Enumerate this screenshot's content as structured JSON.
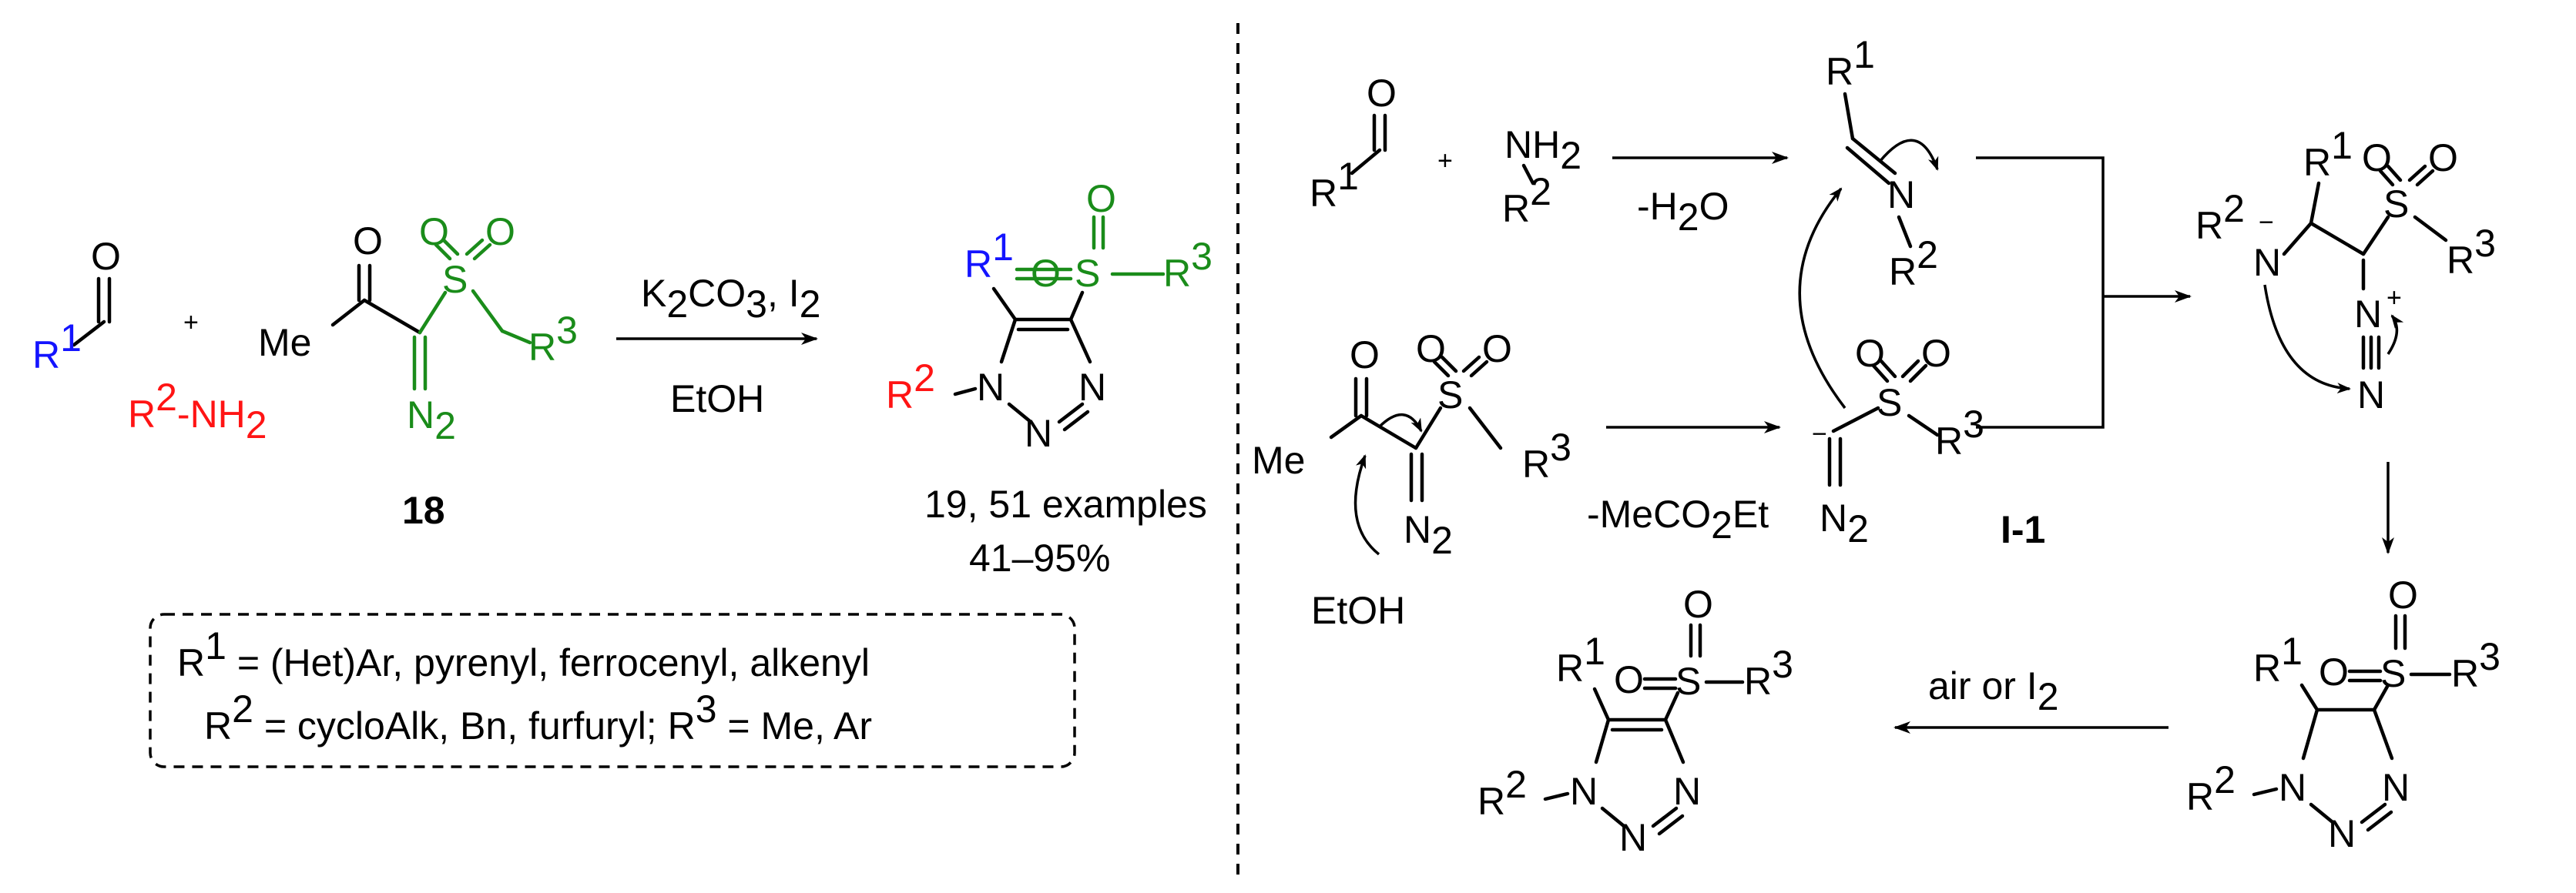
{
  "colors": {
    "r1": "#1414ff",
    "r2": "#ff1414",
    "sulfonyl": "#1a8c1a",
    "text": "#000000"
  },
  "left": {
    "aldehyde": {
      "o": "O",
      "r": "R",
      "sup": "1"
    },
    "plus": "+",
    "amine": {
      "r": "R",
      "sup": "2",
      "rest": "-NH",
      "sub": "2"
    },
    "compound18": {
      "o": "O",
      "me": "Me",
      "s": "S",
      "o1": "O",
      "o2": "O",
      "r": "R",
      "sup": "3",
      "n": "N",
      "sub": "2",
      "label": "18"
    },
    "reagents": {
      "top_k": "K",
      "top_k_sub": "2",
      "top_co": "CO",
      "top_co_sub": "3",
      "top_i": ", I",
      "top_i_sub": "2",
      "bottom": "EtOH"
    },
    "product19": {
      "r1": "R",
      "r1_sup": "1",
      "s": "S",
      "o": "O",
      "r3": "R",
      "r3_sup": "3",
      "r2": "R",
      "r2_sup": "2",
      "n1": "N",
      "n2": "N",
      "n3": "N",
      "label_bold": "19",
      "label_rest": ", 51 examples",
      "yield_bold": "41–95",
      "yield_rest": "%"
    },
    "conditions_box": {
      "line1": {
        "r": "R",
        "sup": "1",
        "text": " = (Het)Ar, pyrenyl, ferrocenyl, alkenyl"
      },
      "line2": {
        "r": "R",
        "sup": "2",
        "mid": " = cycloAlk, Bn, furfuryl; R",
        "sup2": "3",
        "end": " = Me, Ar"
      }
    }
  },
  "right": {
    "aldehyde": {
      "o": "O",
      "r": "R",
      "sup": "1"
    },
    "plus": "+",
    "amine": {
      "nh": "NH",
      "sub": "2",
      "r": "R",
      "sup": "2"
    },
    "step1": {
      "minus": "-H",
      "sub": "2",
      "o": "O"
    },
    "imine": {
      "r1": "R",
      "sup1": "1",
      "n": "N",
      "r2": "R",
      "sup2": "2"
    },
    "diazo": {
      "o": "O",
      "me": "Me",
      "s": "S",
      "o1": "O",
      "o2": "O",
      "r": "R",
      "sup": "3",
      "n": "N",
      "sub": "2",
      "etoh": "EtOH"
    },
    "step2": {
      "text": "-MeCO",
      "sub": "2",
      "end": "Et"
    },
    "anion": {
      "minus": "−",
      "s": "S",
      "o1": "O",
      "o2": "O",
      "r": "R",
      "sup": "3",
      "n": "N",
      "sub": "2",
      "label": "I-1"
    },
    "adduct": {
      "r2": "R",
      "sup2": "2",
      "minus": "−",
      "n": "N",
      "r1": "R",
      "sup1": "1",
      "s": "S",
      "o1": "O",
      "o2": "O",
      "r3": "R",
      "sup3": "3",
      "nplus": "N",
      "plus": "+",
      "nterm": "N"
    },
    "triazoline": {
      "r1": "R",
      "sup1": "1",
      "o": "O",
      "s": "S",
      "r3": "R",
      "sup3": "3",
      "r2": "R",
      "sup2": "2",
      "n1": "N",
      "n2": "N",
      "n3": "N"
    },
    "oxidation": {
      "text": "air or I",
      "sub": "2"
    },
    "triazole": {
      "r1": "R",
      "sup1": "1",
      "o": "O",
      "s": "S",
      "r3": "R",
      "sup3": "3",
      "r2": "R",
      "sup2": "2",
      "n1": "N",
      "n2": "N",
      "n3": "N"
    }
  }
}
